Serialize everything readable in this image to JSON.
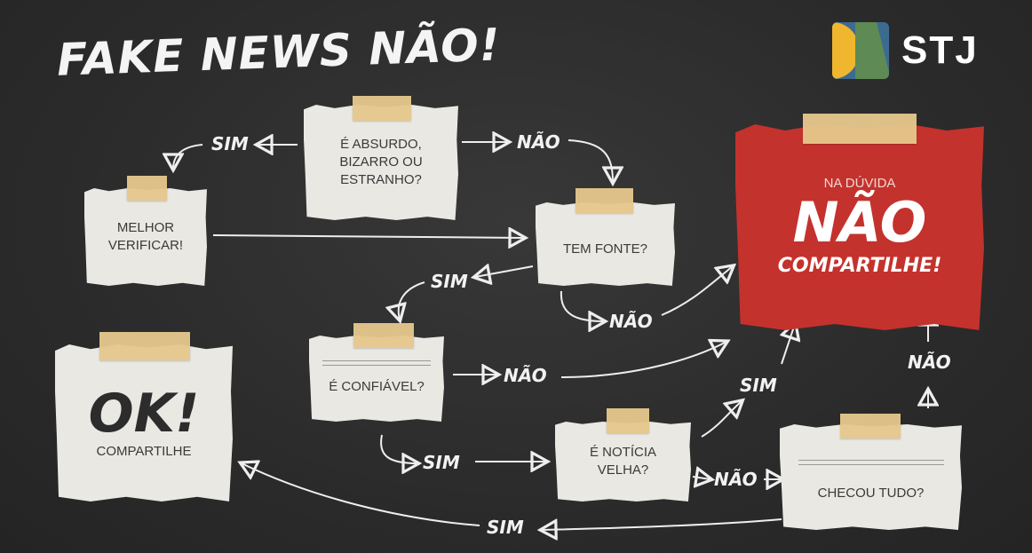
{
  "title": "FAKE NEWS NÃO!",
  "logo": {
    "text": "STJ"
  },
  "nodes": {
    "absurdo": "É ABSURDO, BIZARRO OU ESTRANHO?",
    "verificar": "MELHOR VERIFICAR!",
    "fonte": "TEM FONTE?",
    "confiavel": "É CONFIÁVEL?",
    "ok_big": "OK!",
    "ok_small": "COMPARTILHE",
    "velha": "É NOTÍCIA VELHA?",
    "checou": "CHECOU TUDO?",
    "red_top": "NA DÚVIDA",
    "red_big": "NÃO",
    "red_bottom": "COMPARTILHE!"
  },
  "labels": {
    "sim": "SIM",
    "nao": "NÃO"
  },
  "colors": {
    "board": "#2b2b2b",
    "paper": "#e9e8e3",
    "red": "#c4322d",
    "tape": "#e6c88c"
  }
}
